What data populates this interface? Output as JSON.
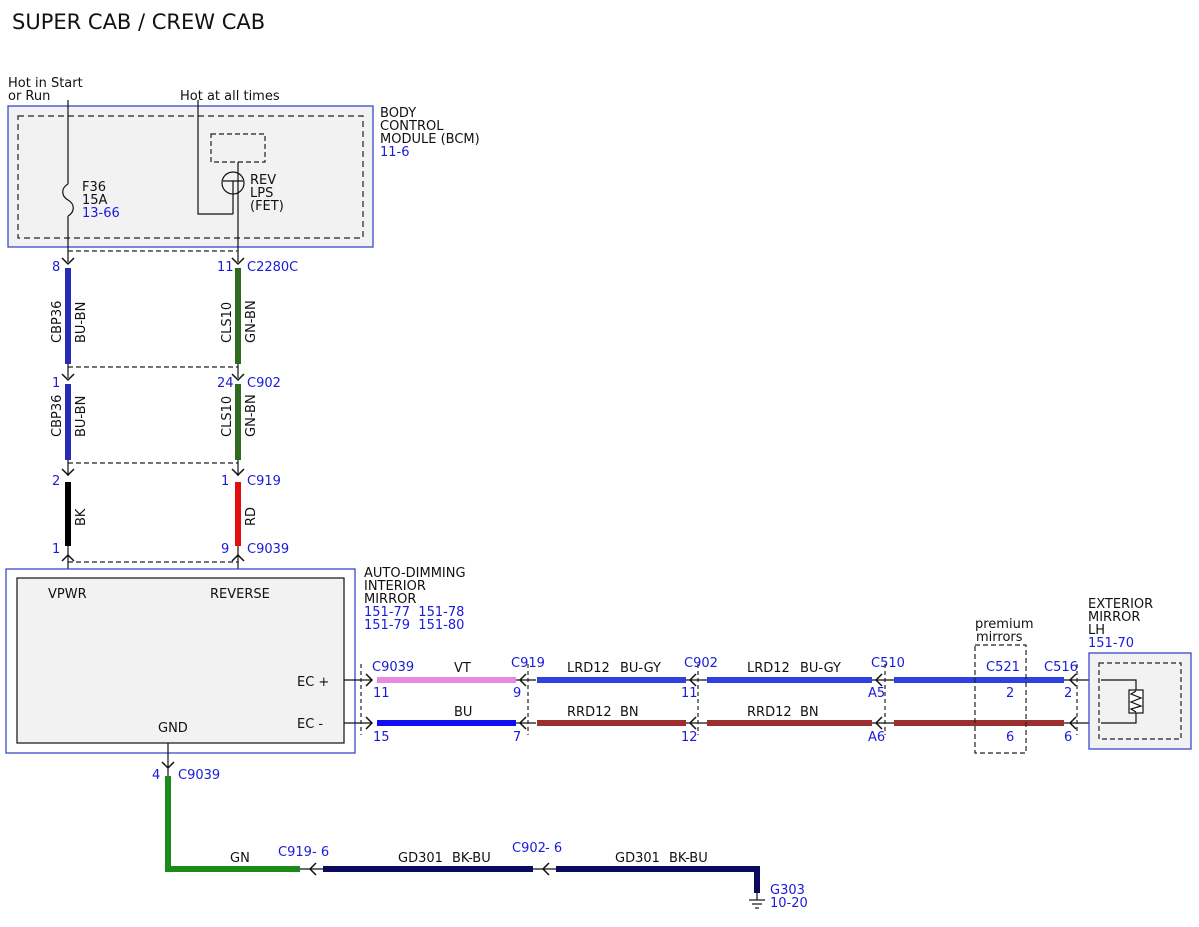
{
  "title": "SUPER CAB / CREW CAB",
  "power": {
    "hot_start_line1": "Hot in Start",
    "hot_start_line2": "or Run",
    "hot_all_times": "Hot at all times"
  },
  "bcm": {
    "name_line1": "BODY",
    "name_line2": "CONTROL",
    "name_line3": "MODULE (BCM)",
    "ref": "11-6",
    "fuse_id": "F36",
    "fuse_rating": "15A",
    "fuse_ref": "13-66",
    "rev_line1": "REV",
    "rev_line2": "LPS",
    "rev_line3": "(FET)"
  },
  "connectors": {
    "c2280c": {
      "name": "C2280C",
      "pin_left": "8",
      "pin_right": "11"
    },
    "c902_top": {
      "name": "C902",
      "pin_left": "1",
      "pin_right": "24"
    },
    "c919_top": {
      "name": "C919",
      "pin_left": "2",
      "pin_right": "1"
    },
    "c9039_top": {
      "name": "C9039",
      "pin_left": "1",
      "pin_right": "9"
    },
    "c9039_gnd": {
      "name": "C9039",
      "pin": "4"
    }
  },
  "vertical_wires": {
    "seg1_left_circuit": "CBP36",
    "seg1_left_color": "BU-BN",
    "seg1_right_circuit": "CLS10",
    "seg1_right_color": "GN-BN",
    "seg2_left_circuit": "CBP36",
    "seg2_left_color": "BU-BN",
    "seg2_right_circuit": "CLS10",
    "seg2_right_color": "GN-BN",
    "seg3_left_color": "BK",
    "seg3_right_color": "RD"
  },
  "mirror": {
    "name_line1": "AUTO-DIMMING",
    "name_line2": "INTERIOR",
    "name_line3": "MIRROR",
    "ref_line1": "151-77  151-78",
    "ref_line2": "151-79  151-80",
    "vpwr": "VPWR",
    "reverse": "REVERSE",
    "ec_plus": "EC +",
    "ec_minus": "EC -",
    "gnd": "GND"
  },
  "horizontal": {
    "c9039": {
      "name": "C9039",
      "pin_top": "11",
      "pin_bottom": "15"
    },
    "c919": {
      "name": "C919",
      "pin_top": "9",
      "pin_bottom": "7"
    },
    "c902": {
      "name": "C902",
      "pin_top": "11",
      "pin_bottom": "12"
    },
    "c510": {
      "name": "C510",
      "pin_top": "A5",
      "pin_bottom": "A6"
    },
    "c521": {
      "name": "C521",
      "pin_top": "2",
      "pin_bottom": "6"
    },
    "c516": {
      "name": "C516",
      "pin_top": "2",
      "pin_bottom": "6"
    },
    "premium_line1": "premium",
    "premium_line2": "mirrors",
    "top_seg1_color": "VT",
    "top_seg2_circuit": "LRD12",
    "top_seg2_color": "BU-GY",
    "top_seg3_circuit": "LRD12",
    "top_seg3_color": "BU-GY",
    "bot_seg1_color": "BU",
    "bot_seg2_circuit": "RRD12",
    "bot_seg2_color": "BN",
    "bot_seg3_circuit": "RRD12",
    "bot_seg3_color": "BN"
  },
  "ext_mirror": {
    "name_line1": "EXTERIOR",
    "name_line2": "MIRROR",
    "name_line3": "LH",
    "ref": "151-70"
  },
  "ground_path": {
    "gn_label": "GN",
    "c919": "C919",
    "c919_pin": "- 6",
    "seg1_circuit": "GD301",
    "seg1_color": "BK-BU",
    "c902": "C902",
    "c902_pin": "- 6",
    "seg2_circuit": "GD301",
    "seg2_color": "BK-BU",
    "ground_name": "G303",
    "ground_ref": "10-20"
  },
  "colors": {
    "bu_bn": "#2a2ab8",
    "gn_bn": "#2e6b1e",
    "bk": "#000000",
    "rd": "#e01010",
    "vt": "#e48ae4",
    "bu_gy": "#2f3fe0",
    "bu": "#1010ee",
    "bn": "#9b2f2f",
    "gn": "#1a8a1a",
    "bk_bu": "#0a0a60",
    "label_blue": "#1a1adb",
    "box_blue": "#3b48d0"
  }
}
